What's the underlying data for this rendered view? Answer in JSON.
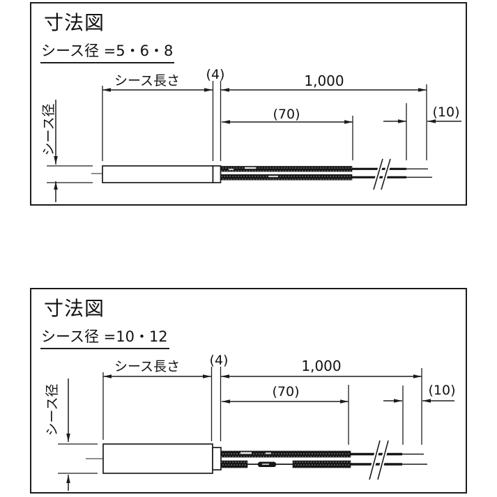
{
  "image": {
    "background": "#ffffff",
    "line_color": "#1c1c1c",
    "text_color": "#111111"
  },
  "panels": [
    {
      "title": "寸法図",
      "subtitle": "シース径 =5・6・8",
      "labels": {
        "sheath_length": "シース長さ",
        "sheath_diameter": "シース径",
        "cap_width": "(4)",
        "lead_length": "1,000",
        "braid_length": "(70)",
        "bare_end": "(10)"
      }
    },
    {
      "title": "寸法図",
      "subtitle": "シース径 =10・12",
      "labels": {
        "sheath_length": "シース長さ",
        "sheath_diameter": "シース径",
        "cap_width": "(4)",
        "lead_length": "1,000",
        "braid_length": "(70)",
        "bare_end": "(10)"
      }
    }
  ]
}
